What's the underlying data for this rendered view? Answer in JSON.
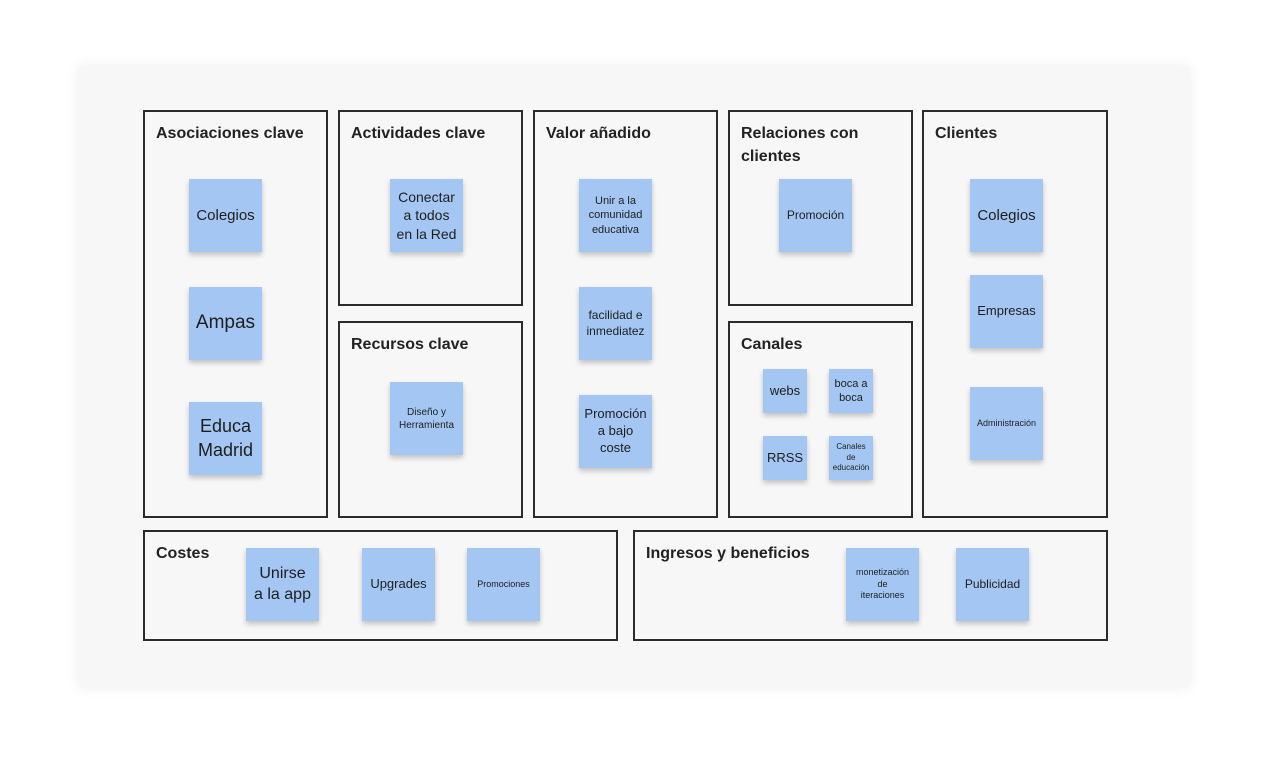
{
  "colors": {
    "note": "#a3c7f2",
    "border": "#2b2b2b",
    "board": "#f7f7f7"
  },
  "sections": {
    "asociaciones": {
      "title": "Asociaciones clave",
      "notes": [
        "Colegios",
        "Ampas",
        "Educa\nMadrid"
      ]
    },
    "actividades": {
      "title": "Actividades clave",
      "notes": [
        "Conectar\na todos\nen la Red"
      ]
    },
    "recursos": {
      "title": "Recursos clave",
      "notes": [
        "Diseño y\nHerramienta"
      ]
    },
    "valor": {
      "title": "Valor añadido",
      "notes": [
        "Unir a la\ncomunidad\neducativa",
        "facilidad e\ninmediatez",
        "Promoción\na bajo\ncoste"
      ]
    },
    "relaciones": {
      "title": "Relaciones con clientes",
      "notes": [
        "Promoción"
      ]
    },
    "canales": {
      "title": "Canales",
      "notes": [
        "webs",
        "boca a\nboca",
        "RRSS",
        "Canales\nde\neducación"
      ]
    },
    "clientes": {
      "title": "Clientes",
      "notes": [
        "Colegios",
        "Empresas",
        "Administración"
      ]
    },
    "costes": {
      "title": "Costes",
      "notes": [
        "Unirse\na la app",
        "Upgrades",
        "Promociones"
      ]
    },
    "ingresos": {
      "title": "Ingresos y beneficios",
      "notes": [
        "monetización\nde\niteraciones",
        "Publicidad"
      ]
    }
  }
}
